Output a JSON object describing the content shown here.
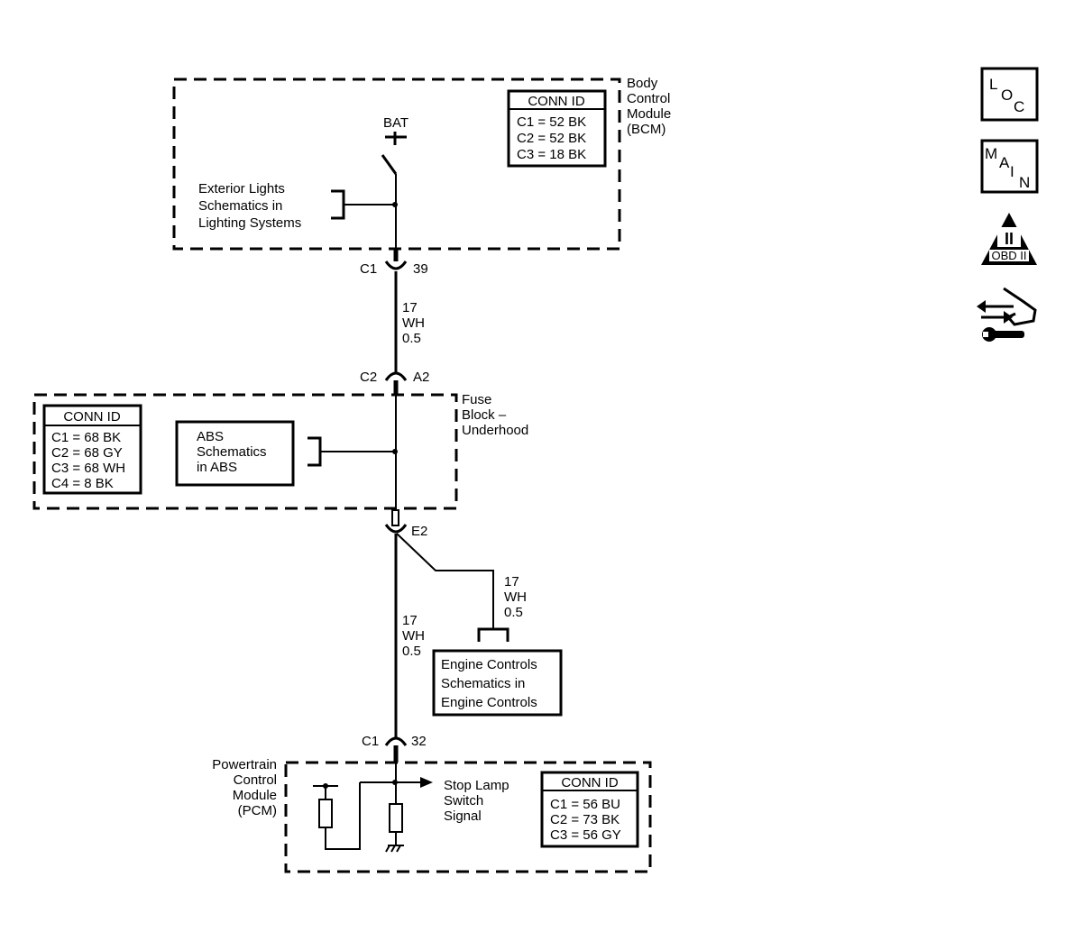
{
  "modules": {
    "bcm": {
      "name_lines": [
        "Body",
        "Control",
        "Module",
        "(BCM)"
      ],
      "conn_id": {
        "title": "CONN ID",
        "rows": [
          "C1 = 52 BK",
          "C2 = 52 BK",
          "C3 = 18 BK"
        ]
      },
      "bat_label": "BAT",
      "exterior_lights_ref": [
        "Exterior Lights",
        "Schematics in",
        "Lighting Systems"
      ]
    },
    "fuse_block": {
      "name_lines": [
        "Fuse",
        "Block –",
        "Underhood"
      ],
      "conn_id": {
        "title": "CONN ID",
        "rows": [
          "C1 = 68 BK",
          "C2 = 68 GY",
          "C3 = 68 WH",
          "C4 = 8 BK"
        ]
      },
      "abs_ref": [
        "ABS",
        "Schematics",
        "in ABS"
      ]
    },
    "pcm": {
      "name_lines": [
        "Powertrain",
        "Control",
        "Module",
        "(PCM)"
      ],
      "conn_id": {
        "title": "CONN ID",
        "rows": [
          "C1 = 56 BU",
          "C2 = 73 BK",
          "C3 = 56 GY"
        ]
      },
      "signal_label": [
        "Stop Lamp",
        "Switch",
        "Signal"
      ]
    }
  },
  "connectors": {
    "bcm_c1": {
      "name": "C1",
      "pin": "39"
    },
    "fuse_c2": {
      "name": "C2",
      "pin": "A2"
    },
    "splice": {
      "pin": "E2"
    },
    "pcm_c1": {
      "name": "C1",
      "pin": "32"
    }
  },
  "wires": {
    "upper": [
      "17",
      "WH",
      "0.5"
    ],
    "lower": [
      "17",
      "WH",
      "0.5"
    ],
    "branch": [
      "17",
      "WH",
      "0.5"
    ]
  },
  "engine_controls_ref": [
    "Engine Controls",
    "Schematics in",
    "Engine Controls"
  ],
  "side_icons": {
    "loc": {
      "letters": [
        "L",
        "O",
        "C"
      ]
    },
    "main": {
      "letters": [
        "M",
        "A",
        "I",
        "N"
      ]
    },
    "obd": {
      "numeral": "II",
      "caption": "OBD II"
    },
    "diag_icon": "diagnostic-tool-icon"
  }
}
